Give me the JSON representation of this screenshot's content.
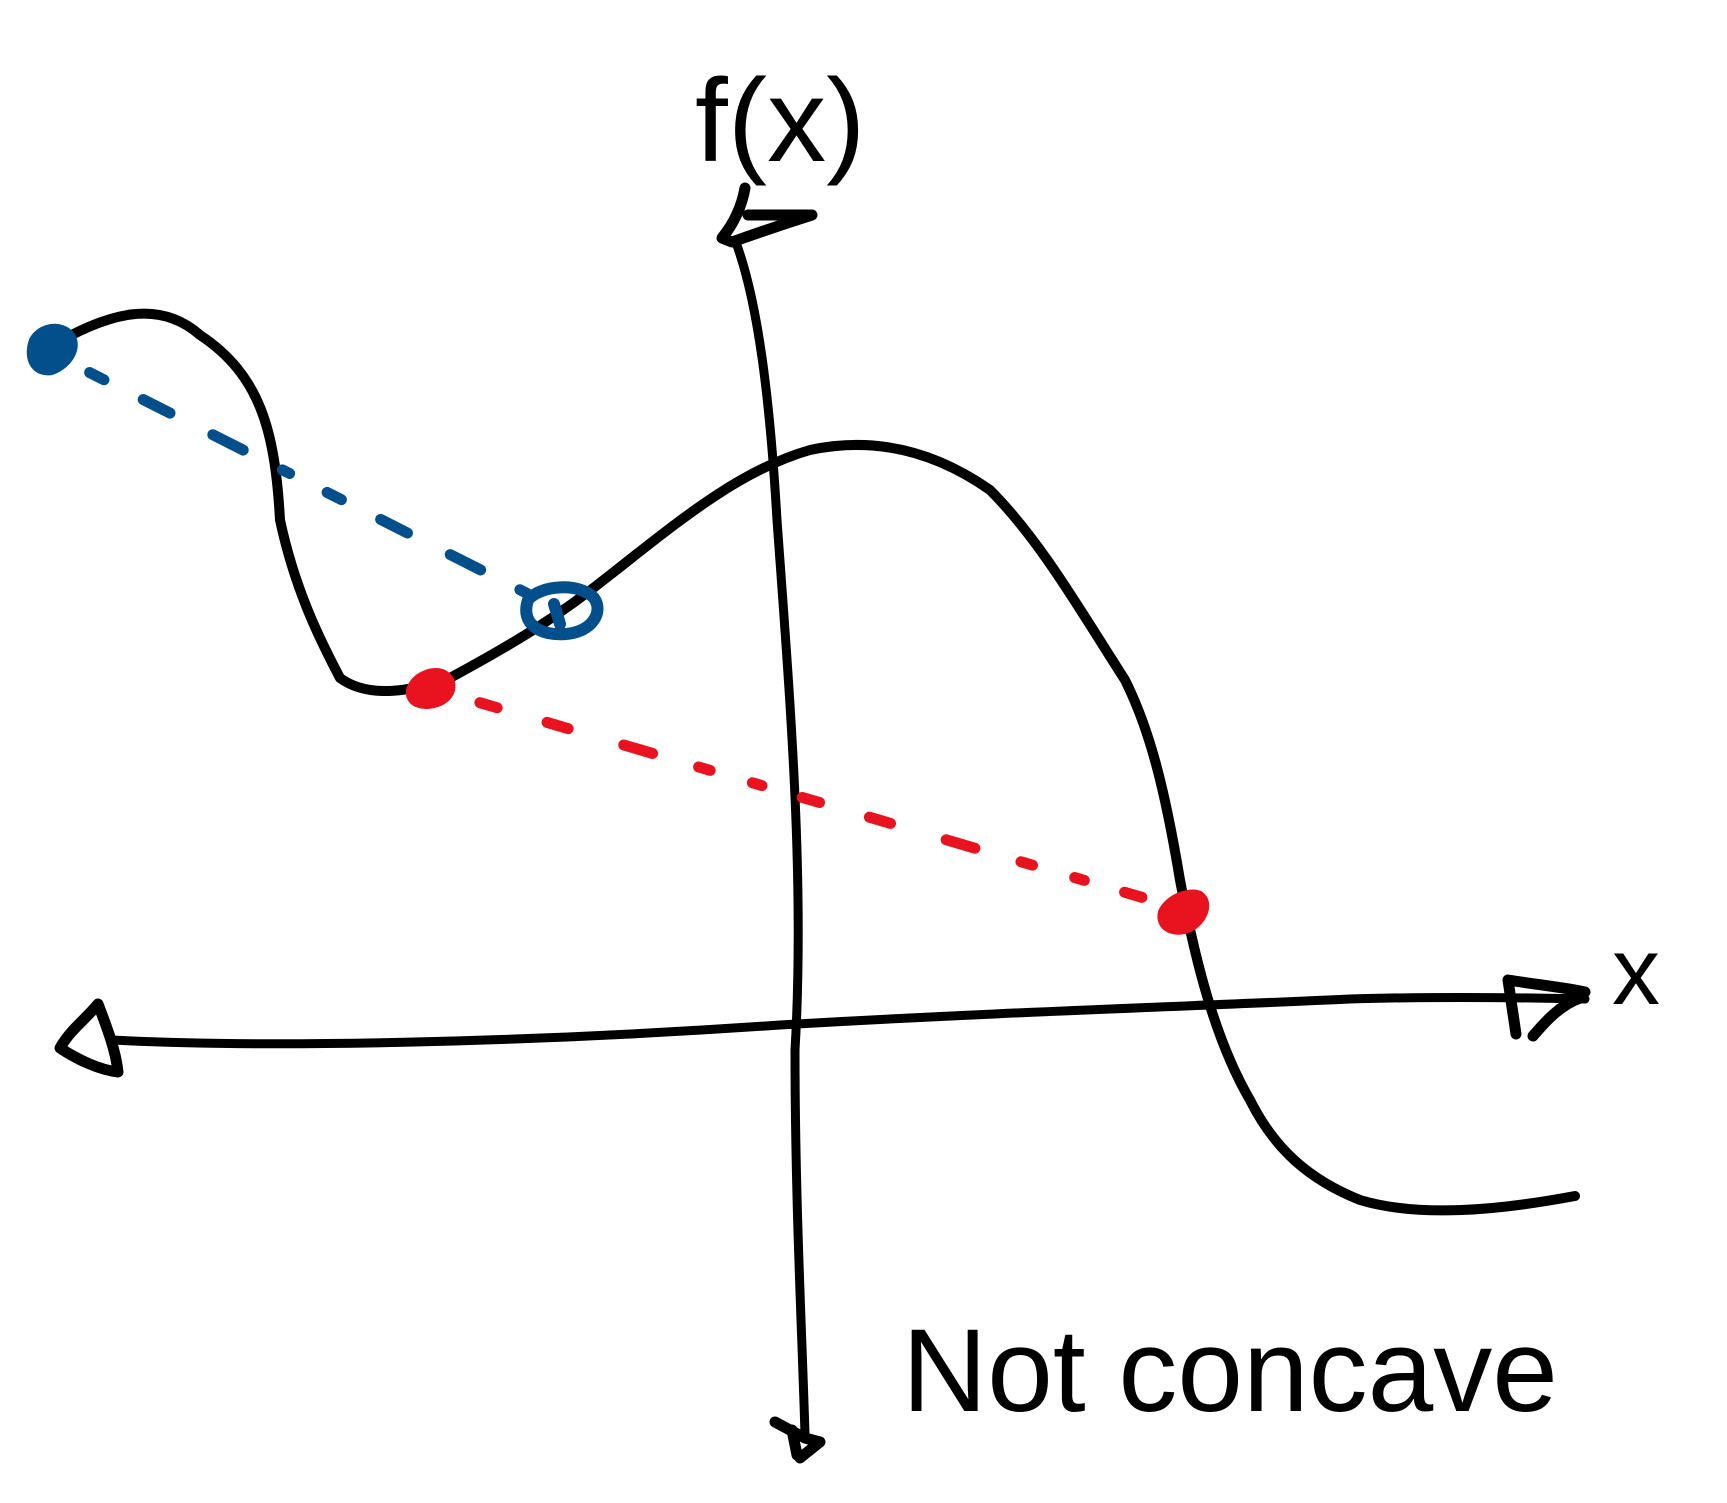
{
  "labels": {
    "y_axis": "f(x)",
    "x_axis": "x",
    "caption": "Not concave"
  },
  "colors": {
    "ink": "#000000",
    "blue": "#034f8c",
    "red": "#e8131f"
  }
}
